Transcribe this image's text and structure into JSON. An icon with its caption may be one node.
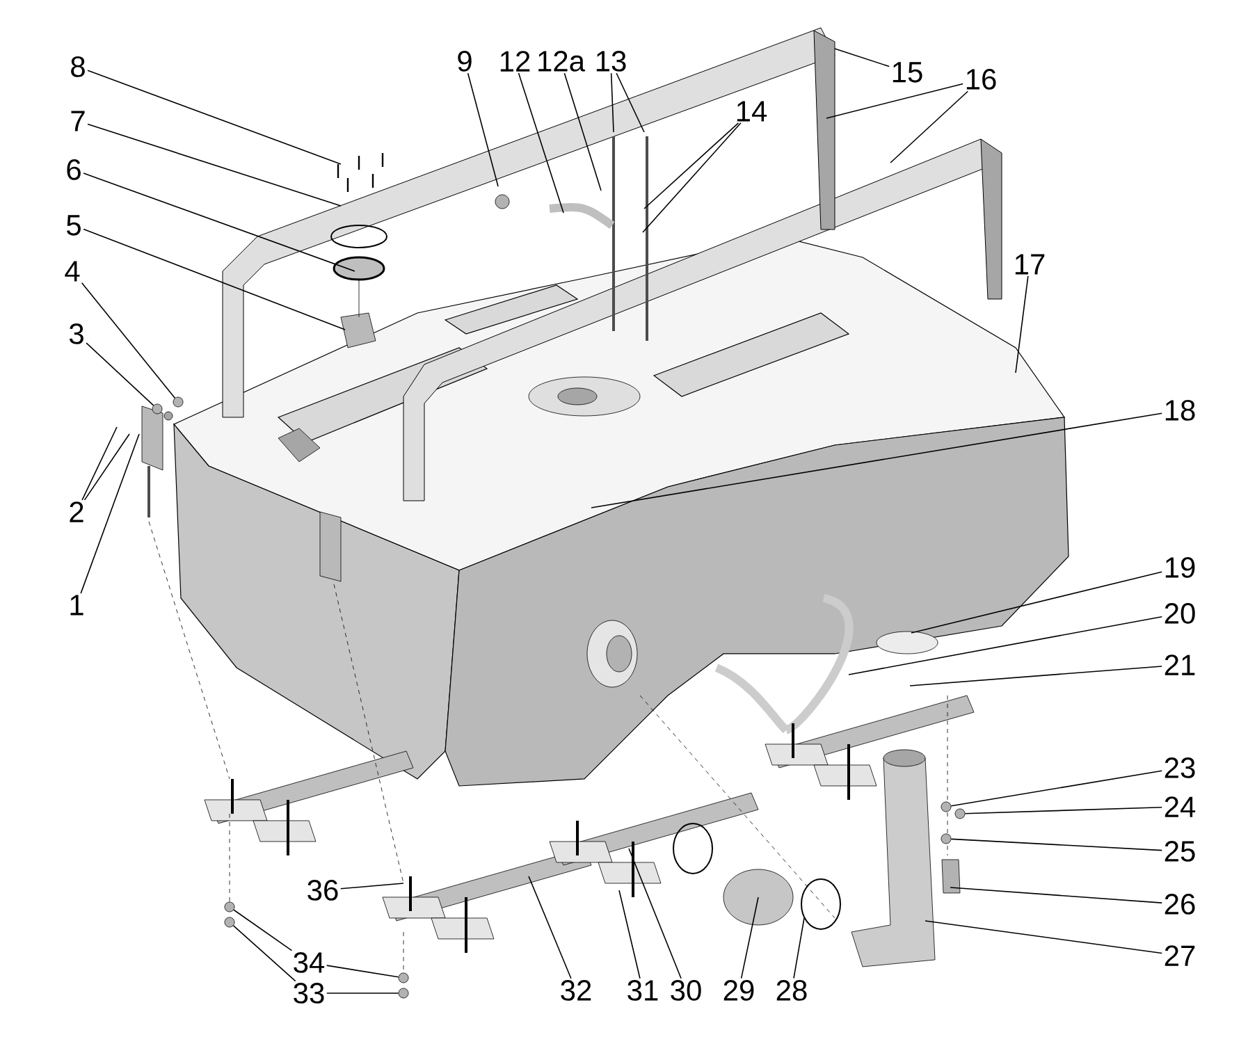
{
  "diagram": {
    "nodes": [
      {
        "text": [
          "8"
        ]
      },
      {
        "text": [
          "9"
        ]
      },
      {
        "text": [
          "12"
        ]
      },
      {
        "text": [
          "12a"
        ]
      },
      {
        "text": [
          "13"
        ]
      },
      {
        "text": [
          "15"
        ]
      },
      {
        "text": [
          "16"
        ]
      },
      {
        "text": [
          "14"
        ]
      },
      {
        "text": [
          "7"
        ]
      },
      {
        "text": [
          "6"
        ]
      },
      {
        "text": [
          "5"
        ]
      },
      {
        "text": [
          "17"
        ]
      },
      {
        "text": [
          "4"
        ]
      },
      {
        "text": [
          "3"
        ]
      },
      {
        "text": [
          "18"
        ]
      },
      {
        "text": [
          "2"
        ]
      },
      {
        "text": [
          "19"
        ]
      },
      {
        "text": [
          "1"
        ]
      },
      {
        "text": [
          "20"
        ]
      },
      {
        "text": [
          "21"
        ]
      },
      {
        "text": [
          "23"
        ]
      },
      {
        "text": [
          "24"
        ]
      },
      {
        "text": [
          "25"
        ]
      },
      {
        "text": [
          "36"
        ]
      },
      {
        "text": [
          "26"
        ]
      },
      {
        "text": [
          "27"
        ]
      },
      {
        "text": [
          "34"
        ]
      },
      {
        "text": [
          "33"
        ]
      },
      {
        "text": [
          "32"
        ]
      },
      {
        "text": [
          "31"
        ]
      },
      {
        "text": [
          "30"
        ]
      },
      {
        "text": [
          "29"
        ]
      },
      {
        "text": [
          "28"
        ]
      },
      {
        "text": [],
        "shape": "circle"
      },
      {
        "text": [],
        "shape": "circle"
      },
      {
        "text": [],
        "shape": "circle"
      },
      {
        "text": [],
        "shape": "circle"
      },
      {
        "text": [],
        "shape": "circle"
      },
      {
        "text": [],
        "shape": "circle"
      },
      {
        "text": [],
        "shape": "circle"
      },
      {
        "text": [],
        "shape": "circle"
      },
      {
        "text": [],
        "shape": "circle"
      }
    ],
    "edges": [
      {
        "from": 0,
        "to": null,
        "arrow": "none"
      },
      {
        "from": 1,
        "to": null,
        "arrow": "none"
      },
      {
        "from": 2,
        "to": null,
        "arrow": "none"
      },
      {
        "from": 3,
        "to": null,
        "arrow": "none"
      },
      {
        "from": 4,
        "to": null,
        "arrow": "none"
      },
      {
        "from": 4,
        "to": null,
        "arrow": "none"
      },
      {
        "from": 5,
        "to": null,
        "arrow": "none"
      },
      {
        "from": 6,
        "to": null,
        "arrow": "none"
      },
      {
        "from": 6,
        "to": null,
        "arrow": "none"
      },
      {
        "from": 7,
        "to": null,
        "arrow": "none"
      },
      {
        "from": 7,
        "to": null,
        "arrow": "none"
      },
      {
        "from": 8,
        "to": null,
        "arrow": "none"
      },
      {
        "from": 9,
        "to": null,
        "arrow": "none"
      },
      {
        "from": 10,
        "to": null,
        "arrow": "none"
      },
      {
        "from": 11,
        "to": null,
        "arrow": "none"
      },
      {
        "from": 12,
        "to": 41,
        "arrow": "none"
      },
      {
        "from": 13,
        "to": 33,
        "arrow": "none"
      },
      {
        "from": 14,
        "to": null,
        "arrow": "none"
      },
      {
        "from": 15,
        "to": null,
        "arrow": "none"
      },
      {
        "from": 15,
        "to": null,
        "arrow": "none"
      },
      {
        "from": 16,
        "to": null,
        "arrow": "none"
      },
      {
        "from": 17,
        "to": null,
        "arrow": "none"
      },
      {
        "from": 18,
        "to": null,
        "arrow": "none"
      },
      {
        "from": 19,
        "to": null,
        "arrow": "none"
      },
      {
        "from": 20,
        "to": 34,
        "arrow": "none"
      },
      {
        "from": 21,
        "to": 35,
        "arrow": "none"
      },
      {
        "from": 22,
        "to": 36,
        "arrow": "none"
      },
      {
        "from": 23,
        "to": null,
        "arrow": "none"
      },
      {
        "from": 24,
        "to": null,
        "arrow": "none"
      },
      {
        "from": 25,
        "to": null,
        "arrow": "none"
      },
      {
        "from": 26,
        "to": 37,
        "arrow": "none"
      },
      {
        "from": 26,
        "to": 39,
        "arrow": "none"
      },
      {
        "from": 27,
        "to": 38,
        "arrow": "none"
      },
      {
        "from": 27,
        "to": 40,
        "arrow": "none"
      },
      {
        "from": 28,
        "to": null,
        "arrow": "none"
      },
      {
        "from": 29,
        "to": null,
        "arrow": "none"
      },
      {
        "from": 30,
        "to": null,
        "arrow": "none"
      },
      {
        "from": 31,
        "to": null,
        "arrow": "none"
      },
      {
        "from": 32,
        "to": null,
        "arrow": "none"
      }
    ]
  }
}
